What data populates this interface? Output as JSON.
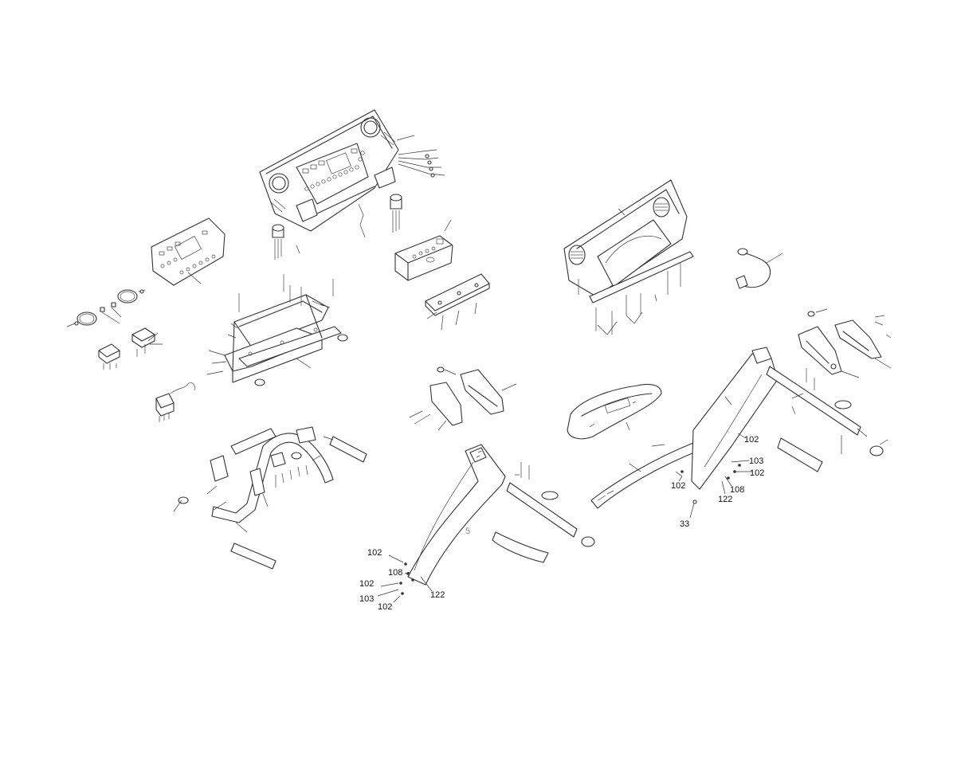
{
  "callouts_left": {
    "c102_a": "102",
    "c108": "108",
    "c102_b": "102",
    "c103": "103",
    "c102_c": "102",
    "c122": "122",
    "c5": "5"
  },
  "callouts_right": {
    "c102_a": "102",
    "c103": "103",
    "c102_b": "102",
    "c108": "108",
    "c122": "122",
    "c102_c": "102",
    "c33": "33"
  }
}
